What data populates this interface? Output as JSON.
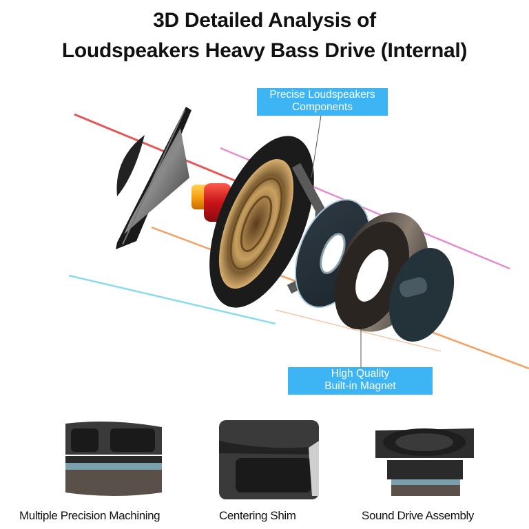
{
  "header": {
    "title_line1": "3D Detailed Analysis of",
    "title_line2": "Loudspeakers Heavy Bass Drive (Internal)"
  },
  "callouts": {
    "top": {
      "line1": "Precise Loudspeakers",
      "line2": "Components"
    },
    "bottom": {
      "line1": "High Quality",
      "line2": "Built-in Magnet"
    }
  },
  "colors": {
    "callout_bg": "#3db5f5",
    "callout_text": "#ffffff",
    "accent_red": "#e03a3a",
    "accent_pink": "#e070c8",
    "accent_orange": "#f08a3c",
    "accent_cyan": "#6fd3e8",
    "dark_part": "#2a2a2a",
    "copper": "#c89a5a"
  },
  "exploded_view_parts": [
    "dust-cap",
    "cone",
    "voice-coil",
    "frame-basket-with-spider",
    "top-plate",
    "ring-magnet",
    "pole-piece-back-plate"
  ],
  "features": [
    {
      "caption": "Multiple Precision Machining"
    },
    {
      "caption": "Centering Shim"
    },
    {
      "caption": "Sound Drive Assembly"
    }
  ]
}
